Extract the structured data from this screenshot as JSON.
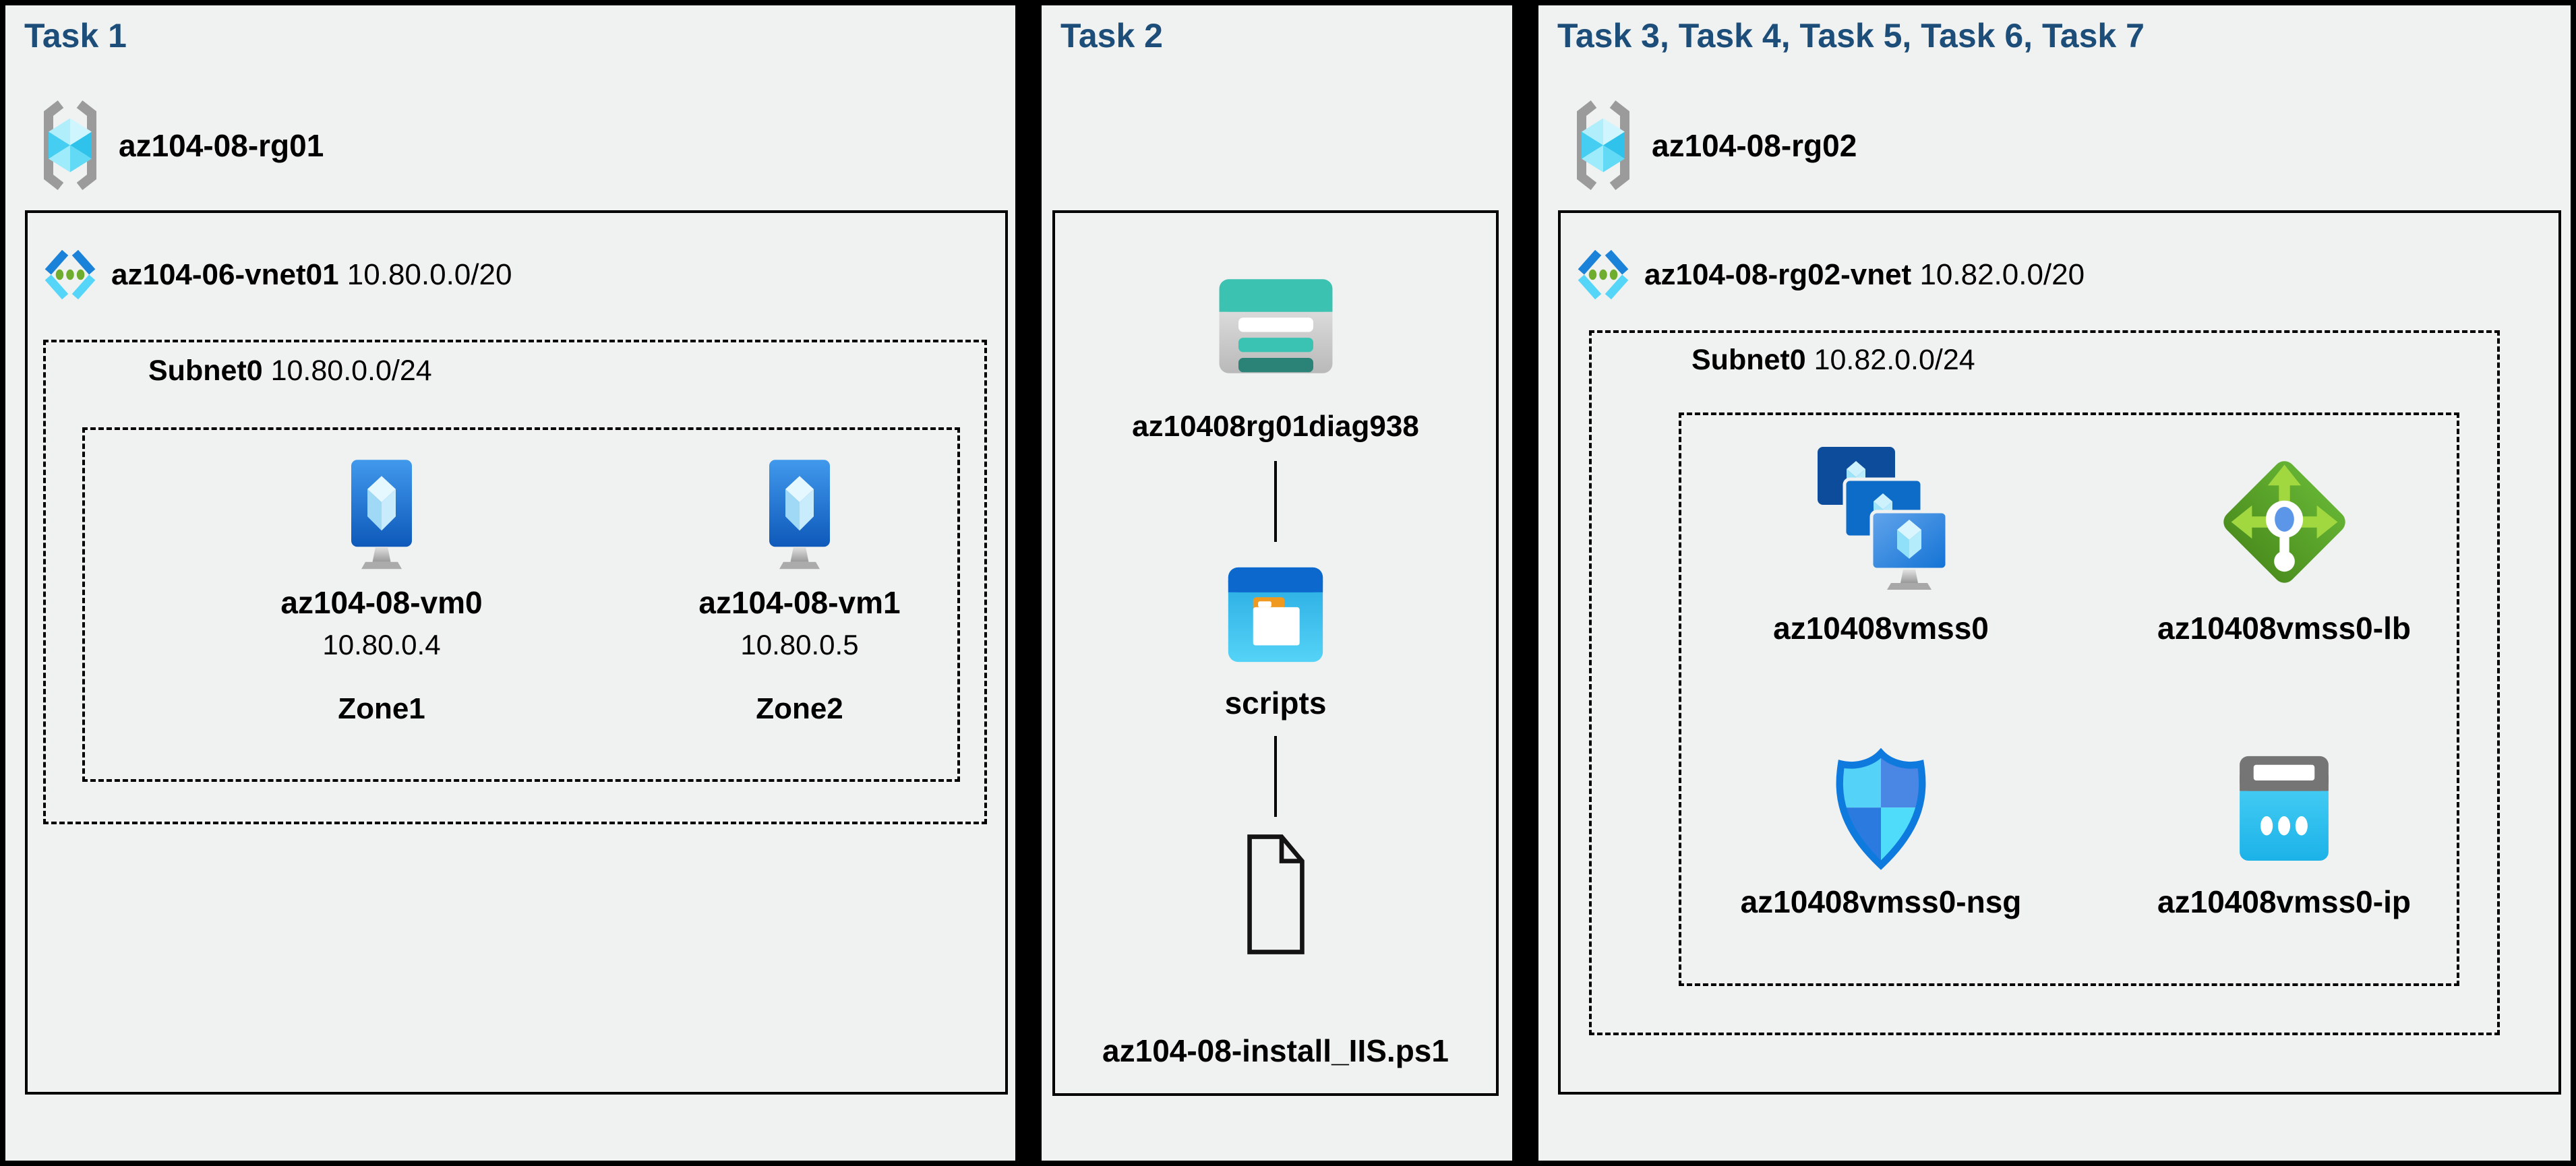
{
  "canvas": {
    "background": "#000000",
    "panel_background": "#f0f1f1",
    "title_color": "#1d4e79",
    "text_color": "#000000"
  },
  "task1": {
    "title": "Task 1",
    "resource_group": "az104-08-rg01",
    "vnet_name": "az104-06-vnet01",
    "vnet_cidr": "10.80.0.0/20",
    "subnet_name": "Subnet0",
    "subnet_cidr": "10.80.0.0/24",
    "vms": [
      {
        "name": "az104-08-vm0",
        "ip": "10.80.0.4",
        "zone": "Zone1",
        "icon": "virtual-machine"
      },
      {
        "name": "az104-08-vm1",
        "ip": "10.80.0.5",
        "zone": "Zone2",
        "icon": "virtual-machine"
      }
    ]
  },
  "task2": {
    "title": "Task 2",
    "storage_account": "az10408rg01diag938",
    "file_share": "scripts",
    "script_file": "az104-08-install_IIS.ps1"
  },
  "task37": {
    "title": "Task 3, Task 4, Task 5, Task 6, Task 7",
    "resource_group": "az104-08-rg02",
    "vnet_name": "az104-08-rg02-vnet",
    "vnet_cidr": "10.82.0.0/20",
    "subnet_name": "Subnet0",
    "subnet_cidr": "10.82.0.0/24",
    "resources": [
      {
        "name": "az10408vmss0",
        "icon": "vm-scale-set"
      },
      {
        "name": "az10408vmss0-lb",
        "icon": "load-balancer"
      },
      {
        "name": "az10408vmss0-nsg",
        "icon": "network-security-group"
      },
      {
        "name": "az10408vmss0-ip",
        "icon": "public-ip"
      }
    ]
  }
}
